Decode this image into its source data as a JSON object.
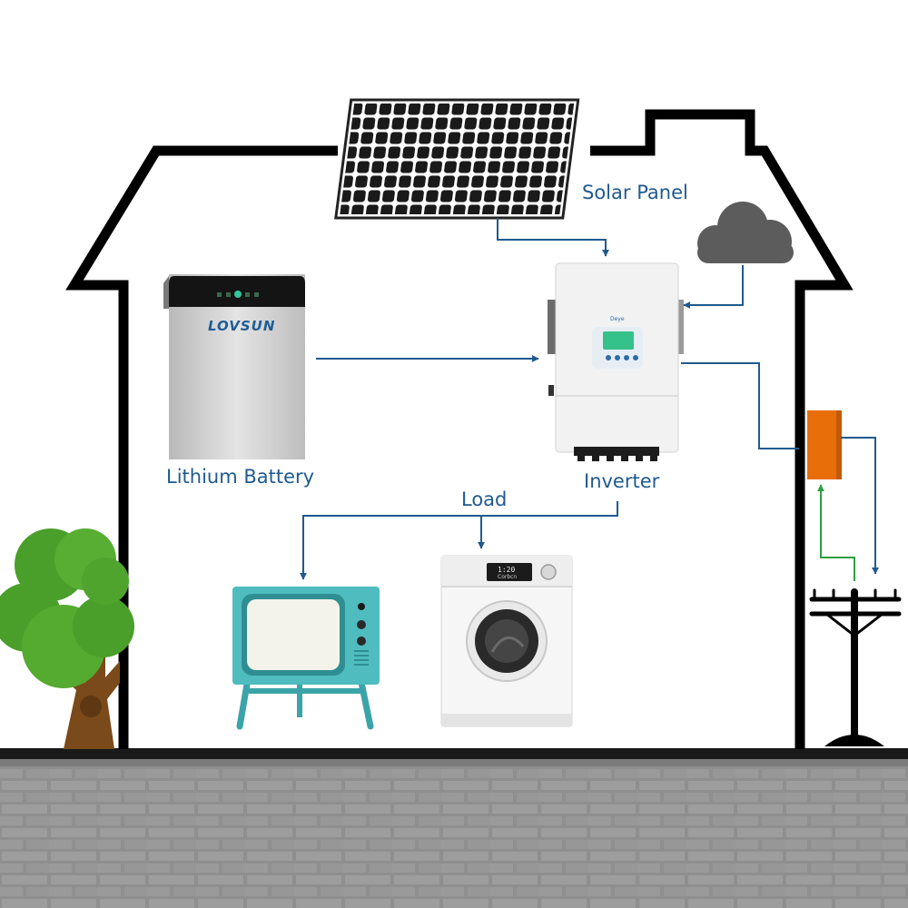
{
  "labels": {
    "solar_panel": "Solar Panel",
    "lithium_battery": "Lithium Battery",
    "inverter": "Inverter",
    "load": "Load"
  },
  "battery": {
    "brand": "LOVSUN"
  },
  "inverter_device": {
    "brand": "Deye"
  },
  "washing_machine": {
    "display_time": "1:20",
    "brand": "Corbcn"
  },
  "colors": {
    "flow_line": "#1f5a8f",
    "grid_return_line": "#2e9e3e",
    "house_outline": "#000000",
    "meter_box": "#e86e0a",
    "tv_body": "#4fbcc0",
    "cloud": "#5c5c5c",
    "tree_foliage": "#4a9e2a",
    "tree_trunk": "#7a4a1a",
    "wall": "#8f8f8f"
  }
}
